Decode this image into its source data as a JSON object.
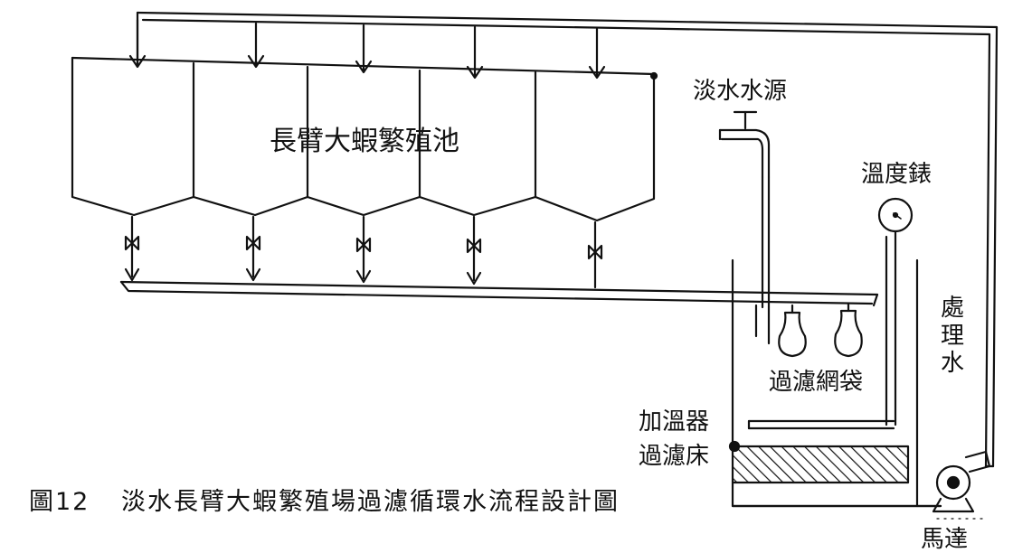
{
  "labels": {
    "tank_title": "長臂大蝦繁殖池",
    "fresh_water_source": "淡水水源",
    "thermometer": "溫度錶",
    "filter_bags": "過濾網袋",
    "heater": "加溫器",
    "filter_bed": "過濾床",
    "treated_water": [
      "處",
      "理",
      "水"
    ],
    "pump": "馬達"
  },
  "caption": {
    "number": "圖12",
    "text": "淡水長臂大蝦繁殖場過濾循環水流程設計圖"
  }
}
